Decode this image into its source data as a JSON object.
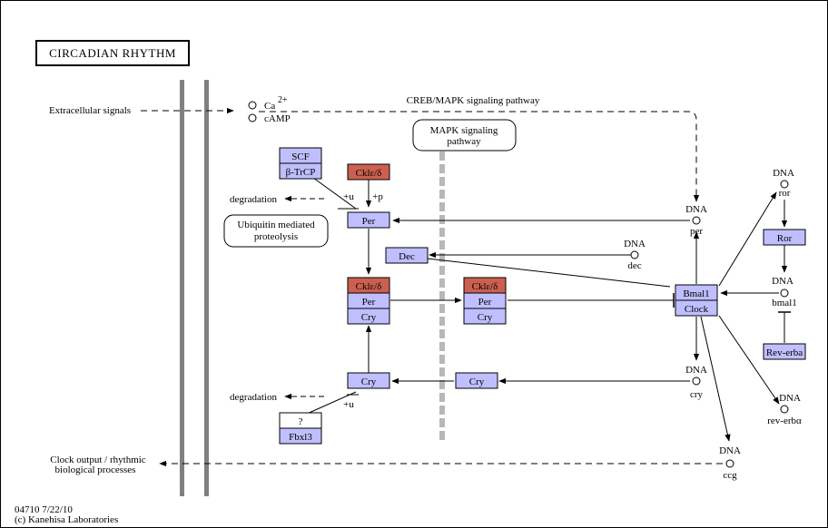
{
  "title": "CIRCADIAN RHYTHM",
  "colors": {
    "gene_fill": "#BFBFFF",
    "kinase_fill": "#CC6050",
    "border": "#000000",
    "membrane": "#808080",
    "nucleus_barrier": "#B8B8B8"
  },
  "left_labels": {
    "extracellular": "Extracellular signals",
    "clock_output_1": "Clock output / rhythmic",
    "clock_output_2": "biological processes"
  },
  "signals": {
    "ca": "Ca",
    "ca_sup": "2+",
    "camp": "cAMP",
    "creb": "CREB/MAPK signaling pathway"
  },
  "maps": {
    "mapk_1": "MAPK signaling",
    "mapk_2": "pathway",
    "ubiq_1": "Ubiquitin mediated",
    "ubiq_2": "proteolysis"
  },
  "genes": {
    "scf": "SCF",
    "btrcp": "β-TrCP",
    "ckle_top": "Cklε/δ",
    "per_top": "Per",
    "dec": "Dec",
    "ckle_mid": "Cklε/δ",
    "per_mid": "Per",
    "cry_mid": "Cry",
    "ckle_right": "Cklε/δ",
    "per_right": "Per",
    "cry_right": "Cry",
    "cry_low": "Cry",
    "cry_low_right": "Cry",
    "unknown": "?",
    "fbxl3": "Fbxl3",
    "bmal1": "Bmal1",
    "clock": "Clock",
    "ror": "Ror",
    "reverba": "Rev-erba"
  },
  "compounds": {
    "dna": "DNA",
    "per": "per",
    "dec": "dec",
    "ror": "ror",
    "bmal1": "bmal1",
    "cry": "cry",
    "reverba": "rev-erbα",
    "ccg": "ccg"
  },
  "annotations": {
    "degradation": "degradation",
    "plus_u": "+u",
    "plus_p": "+p"
  },
  "footer": {
    "id": "04710 7/22/10",
    "copyright": "(c) Kanehisa Laboratories"
  }
}
